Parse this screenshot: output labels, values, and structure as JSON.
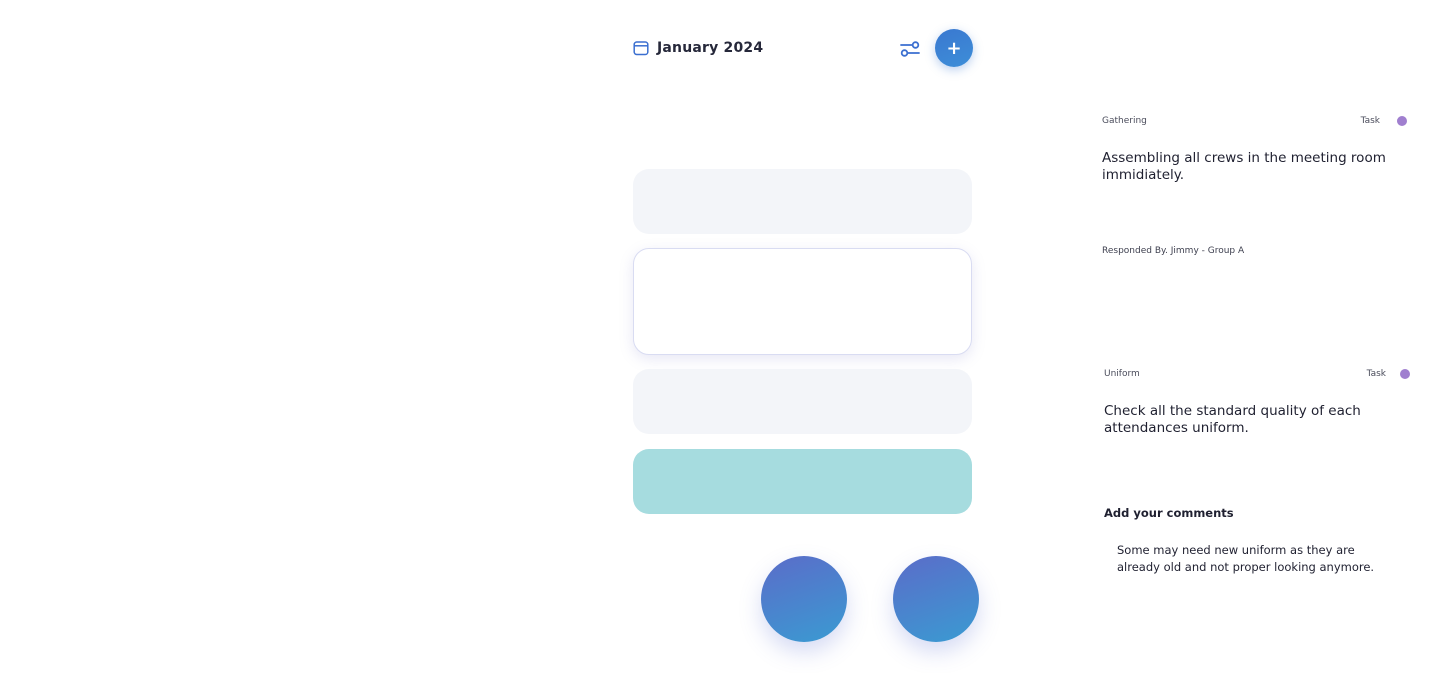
{
  "header": {
    "month_label": "January 2024",
    "calendar_icon": "calendar-icon",
    "filter_icon": "filter-sliders-icon",
    "add_label": "+",
    "accent_color": "#3b82d6"
  },
  "cards": [
    {
      "name": "card-1",
      "color": "#f3f5f9"
    },
    {
      "name": "card-2",
      "color": "#ffffff"
    },
    {
      "name": "card-3",
      "color": "#f3f5f9"
    },
    {
      "name": "card-4",
      "color": "#a6dcdf"
    }
  ],
  "details": [
    {
      "category": "Gathering",
      "type": "Task",
      "dot_color": "#a07fcf",
      "text": "Assembling all crews in the meeting room immidiately.",
      "responded": "Responded By. Jimmy - Group A"
    },
    {
      "category": "Uniform",
      "type": "Task",
      "dot_color": "#a07fcf",
      "text": "Check all the standard quality of each attendances uniform.",
      "comments_title": "Add your comments",
      "comments_text": "Some may need new uniform as they are already old and not proper looking anymore."
    }
  ]
}
